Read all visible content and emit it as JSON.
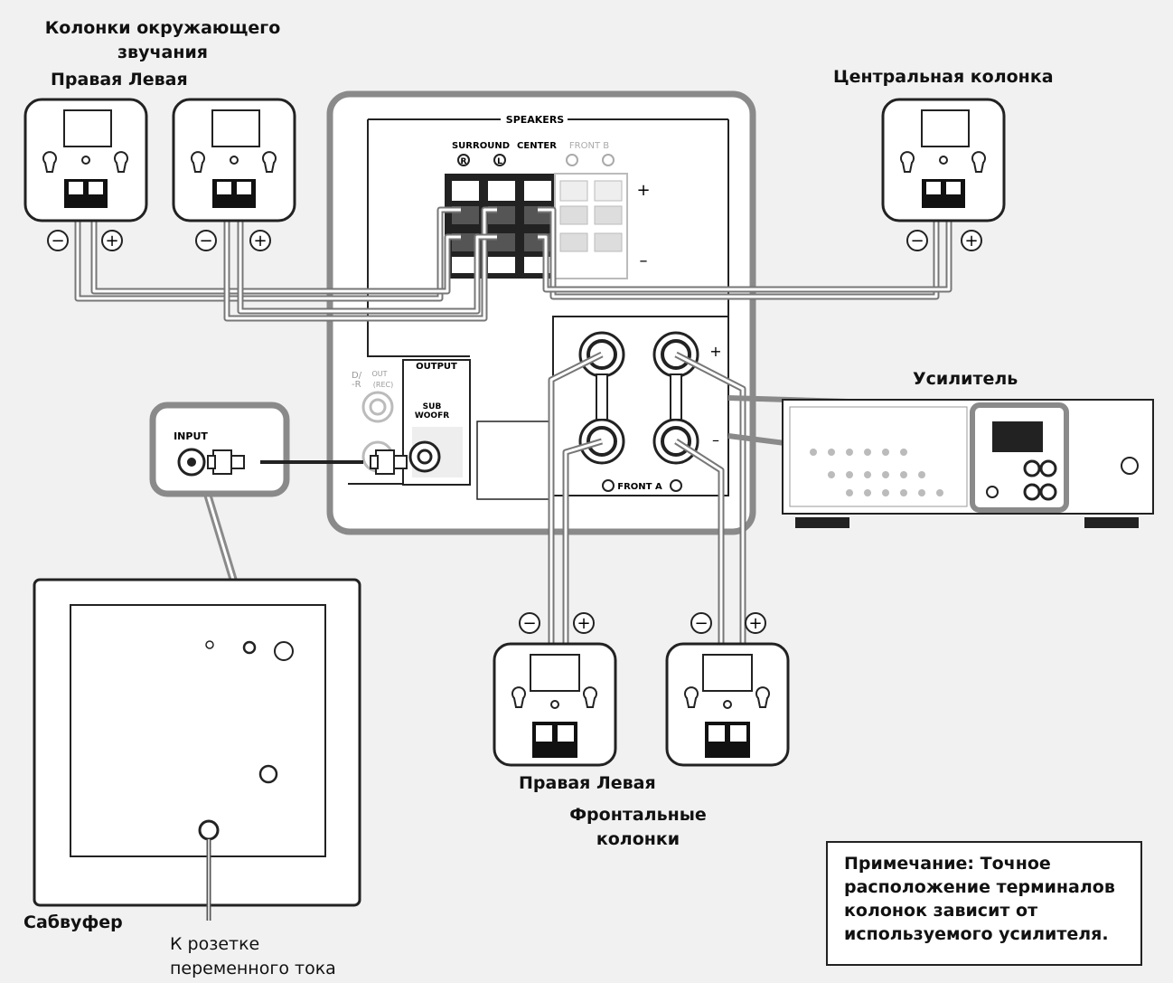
{
  "labels": {
    "surround_title_line1": "Колонки окружающего",
    "surround_title_line2": "звучания",
    "surround_right_left": "Правая Левая",
    "center_speaker": "Центральная колонка",
    "amplifier": "Усилитель",
    "front_right_left": "Правая Левая",
    "front_title_line1": "Фронтальные",
    "front_title_line2": "колонки",
    "subwoofer": "Сабвуфер",
    "outlet_line1": "К розетке",
    "outlet_line2": "переменного тока"
  },
  "panel": {
    "speakers": "SPEAKERS",
    "surround": "SURROUND",
    "center": "CENTER",
    "front_b": "FRONT B",
    "front_a": "FRONT A",
    "output": "OUTPUT",
    "sub_line1": "SUB",
    "sub_line2": "WOOFR",
    "out": "OUT",
    "rec": "(REC)",
    "plus": "+",
    "minus": "–",
    "r": "R",
    "l": "L",
    "input": "INPUT"
  },
  "terminal_signs": {
    "minus": "−",
    "plus": "+"
  },
  "note": {
    "line1": "Примечание: Точное",
    "line2": "расположение терминалов",
    "line3": "колонок зависит от",
    "line4": "используемого усилителя."
  },
  "colors": {
    "outline": "#888888",
    "dark": "#222222",
    "panel": "#ffffff",
    "bg": "#f1f1f1"
  }
}
